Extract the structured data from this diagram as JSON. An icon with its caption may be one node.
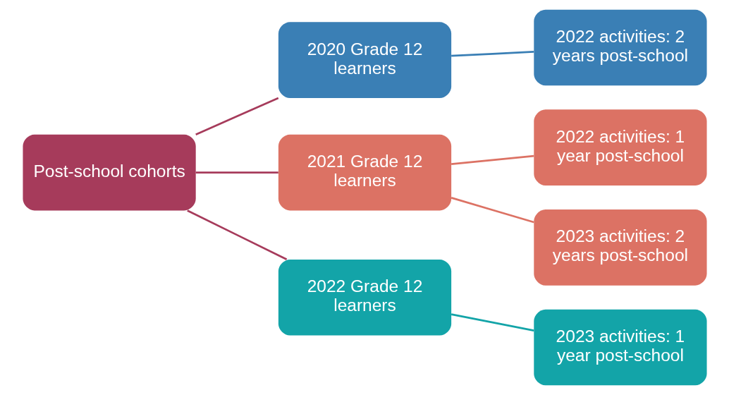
{
  "diagram": {
    "nodes": [
      {
        "text": [
          "Post-school cohorts"
        ]
      },
      {
        "text": [
          "2020 Grade 12 learners"
        ]
      },
      {
        "text": [
          "2021 Grade 12 learners"
        ]
      },
      {
        "text": [
          "2022 Grade 12 learners"
        ]
      },
      {
        "text": [
          "2022 activities: 2 years post-school"
        ]
      },
      {
        "text": [
          "2022 activities: 1 year post-school"
        ]
      },
      {
        "text": [
          "2023 activities: 2 years post-school"
        ]
      },
      {
        "text": [
          "2023 activities: 1 year post-school"
        ]
      }
    ],
    "edges": [
      {
        "from": 0,
        "to": 1,
        "arrow": "none"
      },
      {
        "from": 0,
        "to": 2,
        "arrow": "none"
      },
      {
        "from": 0,
        "to": 3,
        "arrow": "none"
      },
      {
        "from": 1,
        "to": 4,
        "arrow": "none",
        "color": "#3a7fb5"
      },
      {
        "from": 2,
        "to": 5,
        "arrow": "none",
        "color": "#dc7264"
      },
      {
        "from": 2,
        "to": 6,
        "arrow": "none",
        "color": "#dc7264"
      },
      {
        "from": 3,
        "to": 7,
        "arrow": "none",
        "color": "#13a4a8"
      }
    ]
  }
}
